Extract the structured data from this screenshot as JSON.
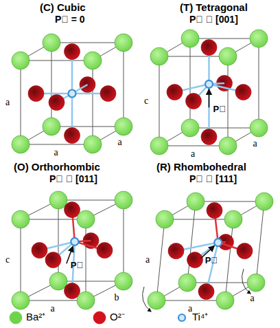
{
  "diagram": {
    "labels": [
      "(C) Cubic",
      "P⃗ = 0",
      "a",
      "a",
      "a",
      "(T) Tetragonal",
      "P⃗ ∥ [001]",
      "c",
      "a",
      "a",
      "P⃗",
      "(O) Orthorhombic",
      "P⃗ ∥ [011]",
      "c",
      "a",
      "b",
      "P⃗",
      "(R) Rhombohedral",
      "P⃗ ∥ [111]",
      "a",
      "a",
      "a",
      "P⃗"
    ],
    "legend": [
      {
        "text": "Ba²⁺",
        "color": "#6fd34a"
      },
      {
        "text": "O²⁻",
        "color": "#d4121c"
      },
      {
        "text": "Ti⁴⁺",
        "color": "#3b8fd6"
      }
    ]
  }
}
